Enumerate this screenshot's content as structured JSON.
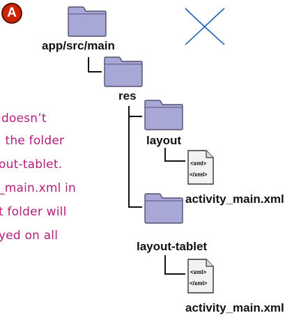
{
  "badge": {
    "letter": "A",
    "color": "#cc2200"
  },
  "labels": {
    "root": "app/src/main",
    "res": "res",
    "layout": "layout",
    "layout_file": "activity_main.xml",
    "layout_tablet": "layout-tablet",
    "tablet_file": "activity_main.xml"
  },
  "file_icon_text": {
    "open": "<xml>",
    "close": "</xml>"
  },
  "note_lines": [
    "doesn’t",
    ": the folder",
    "out-tablet.",
    "_main.xml in",
    "t folder will",
    "yed on all"
  ],
  "colors": {
    "folder_fill": "#a8a8d8",
    "folder_stroke": "#505070",
    "note": "#b51d7a",
    "cross": "#1e63b8"
  },
  "icons": [
    "folder-icon",
    "xml-file-icon",
    "cross-icon"
  ]
}
